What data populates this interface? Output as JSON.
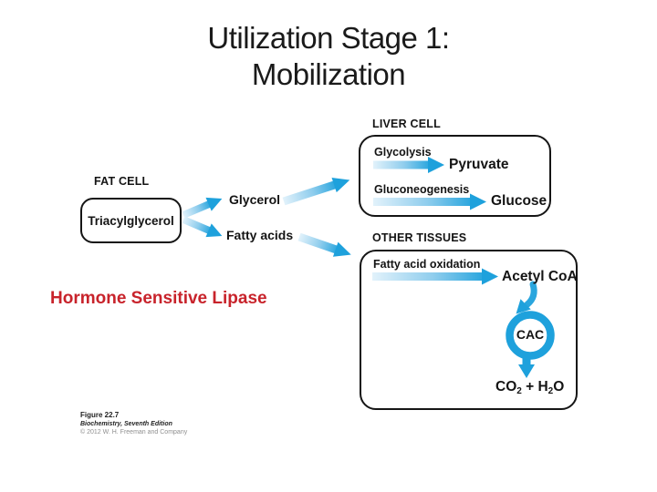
{
  "slide": {
    "title_line1": "Utilization Stage 1:",
    "title_line2": "Mobilization"
  },
  "fat_cell": {
    "label": "FAT CELL",
    "box_text": "Triacylglycerol"
  },
  "intermediates": {
    "glycerol": "Glycerol",
    "fatty_acids": "Fatty acids"
  },
  "liver_cell": {
    "label": "LIVER CELL",
    "glycolysis": "Glycolysis",
    "pyruvate": "Pyruvate",
    "gluconeogenesis": "Gluconeogenesis",
    "glucose": "Glucose"
  },
  "other_tissues": {
    "label": "OTHER TISSUES",
    "fatty_acid_oxidation": "Fatty acid oxidation",
    "acetyl_coa": "Acetyl CoA",
    "cac": "CAC",
    "co2_h2o": {
      "p1": "CO",
      "s1": "2",
      "p2": " + H",
      "s2": "2",
      "p3": "O"
    }
  },
  "annotation": {
    "hormone_sensitive_lipase": "Hormone Sensitive Lipase"
  },
  "caption": {
    "figure": "Figure 22.7",
    "book": "Biochemistry, Seventh Edition",
    "copyright": "© 2012 W. H. Freeman and Company"
  },
  "colors": {
    "arrow_solid_blue": "#1EA1DC",
    "arrow_gradient_light": "#E2F2FB",
    "red_text": "#C8232B",
    "title_text": "#1a1a1a"
  }
}
